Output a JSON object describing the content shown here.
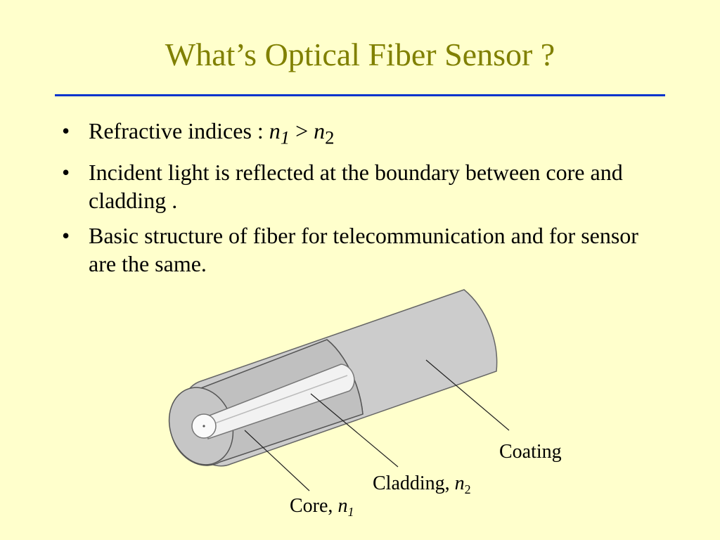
{
  "slide": {
    "title": "What’s Optical Fiber Sensor ?"
  },
  "bullets": {
    "b1_text": "Refractive indices : ",
    "b1_n1": "n",
    "b1_n1_sub": "1",
    "b1_gt": " > ",
    "b1_n2": "n",
    "b1_n2_sub": "2",
    "b2": "Incident light is reflected at the boundary between core and cladding .",
    "b3": "Basic structure of fiber for telecommunication and for sensor are the same.",
    "marker": "•"
  },
  "diagram": {
    "coating_label": "Coating",
    "cladding_label": "Cladding, ",
    "cladding_sym": "n",
    "cladding_sub": "2",
    "core_label": "Core, ",
    "core_sym": "n",
    "core_sub": "1",
    "colors": {
      "coating": "#cccccc",
      "cladding": "#c0c0c0",
      "core": "#f2f2f2",
      "outline": "#444444"
    }
  }
}
